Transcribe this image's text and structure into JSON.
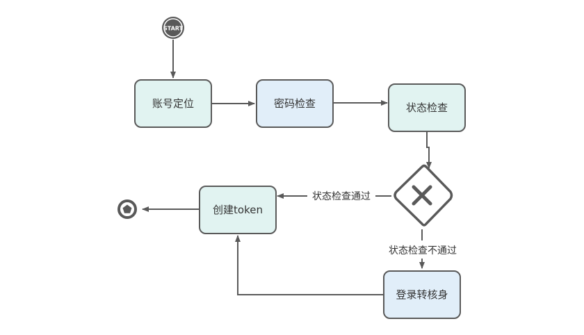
{
  "diagram": {
    "type": "bpmn-flowchart",
    "colors": {
      "stroke": "#595959",
      "green_fill": "#e1f3f1",
      "blue_fill": "#e1eef9",
      "text": "#333333",
      "background": "#ffffff"
    },
    "start": {
      "label": "START"
    },
    "nodes": [
      {
        "id": "account-locate",
        "label": "账号定位",
        "fill": "green"
      },
      {
        "id": "password-check",
        "label": "密码检查",
        "fill": "blue"
      },
      {
        "id": "status-check",
        "label": "状态检查",
        "fill": "green"
      },
      {
        "id": "create-token",
        "label": "创建token",
        "fill": "green"
      },
      {
        "id": "login-to-verify",
        "label": "登录转核身",
        "fill": "blue"
      }
    ],
    "gateway": {
      "type": "exclusive",
      "symbol": "×"
    },
    "edges": [
      {
        "from": "start",
        "to": "account-locate",
        "label": ""
      },
      {
        "from": "account-locate",
        "to": "password-check",
        "label": ""
      },
      {
        "from": "password-check",
        "to": "status-check",
        "label": ""
      },
      {
        "from": "status-check",
        "to": "gateway",
        "label": ""
      },
      {
        "from": "gateway",
        "to": "create-token",
        "label": "状态检查通过"
      },
      {
        "from": "gateway",
        "to": "login-to-verify",
        "label": "状态检查不通过"
      },
      {
        "from": "login-to-verify",
        "to": "create-token",
        "label": ""
      },
      {
        "from": "create-token",
        "to": "end",
        "label": ""
      }
    ]
  }
}
